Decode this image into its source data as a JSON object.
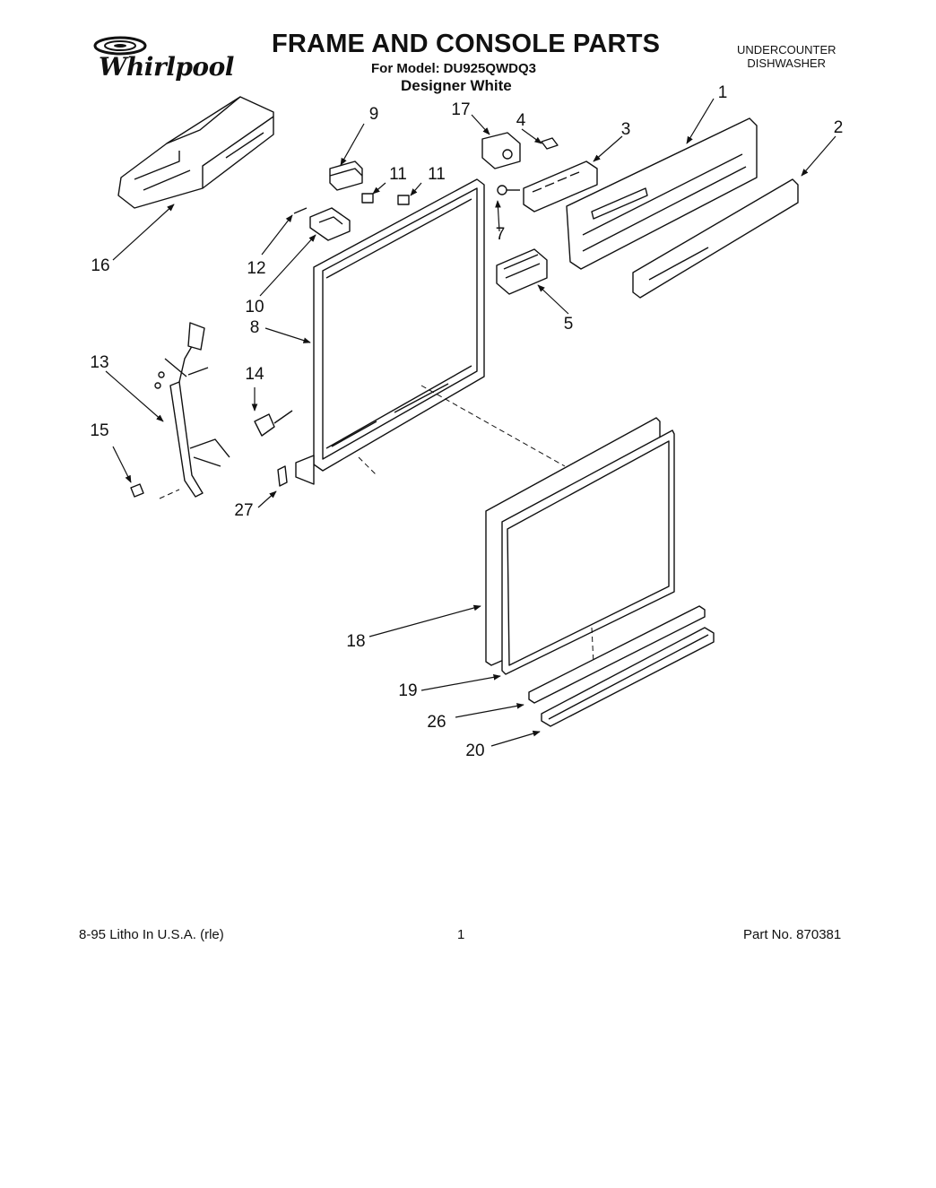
{
  "header": {
    "brand": "Whirlpool",
    "title": "FRAME AND CONSOLE PARTS",
    "model_prefix": "For Model:",
    "model": "DU925QWDQ3",
    "finish": "Designer White",
    "product_type_line1": "UNDERCOUNTER",
    "product_type_line2": "DISHWASHER"
  },
  "callouts": [
    "1",
    "2",
    "3",
    "4",
    "5",
    "7",
    "8",
    "9",
    "10",
    "11",
    "11",
    "12",
    "13",
    "14",
    "15",
    "16",
    "17",
    "18",
    "19",
    "26",
    "20",
    "27"
  ],
  "footer": {
    "left": "8-95 Litho In U.S.A. (rle)",
    "center": "1",
    "right": "Part No. 870381"
  }
}
